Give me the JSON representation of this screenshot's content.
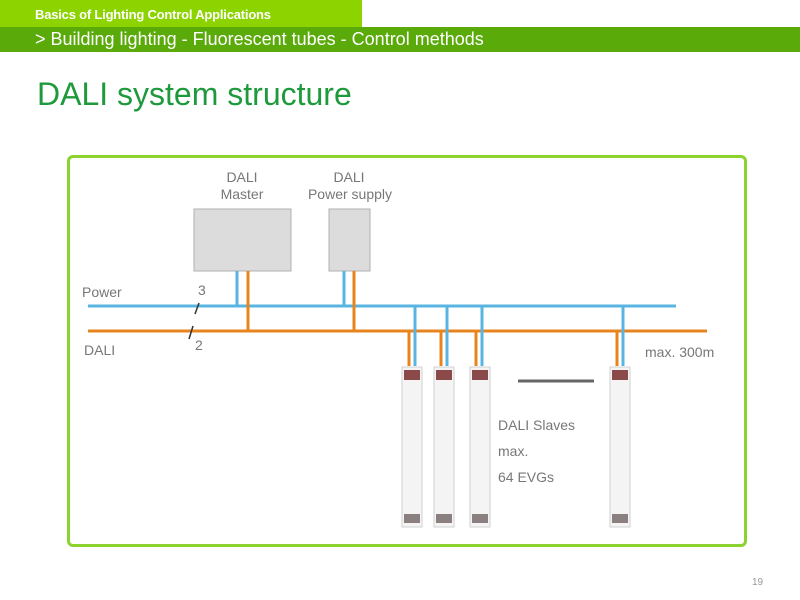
{
  "header": {
    "course_title": "Basics of Lighting Control Applications",
    "breadcrumb": "> Building lighting - Fluorescent tubes - Control methods"
  },
  "page_title": "DALI system structure",
  "diagram": {
    "master_label_line1": "DALI",
    "master_label_line2": "Master",
    "psu_label_line1": "DALI",
    "psu_label_line2": "Power supply",
    "power_line_label": "Power",
    "dali_line_label": "DALI",
    "power_conductors": "3",
    "dali_conductors": "2",
    "max_length": "max. 300m",
    "slaves_line1": "DALI Slaves",
    "slaves_line2": "max.",
    "slaves_line3": "64 EVGs",
    "colors": {
      "power_line": "#5ab4e0",
      "dali_line": "#e8841e",
      "frame": "#8cd330",
      "device_fill": "#dcdcdc"
    }
  },
  "footer": {
    "page_number": "19"
  }
}
